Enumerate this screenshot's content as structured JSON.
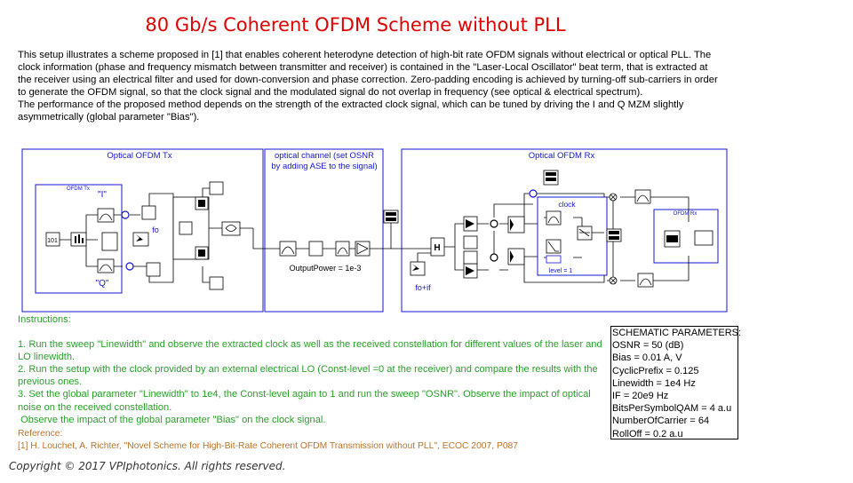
{
  "title": "80 Gb/s Coherent OFDM Scheme without PLL",
  "description": [
    "This setup illustrates a scheme proposed in [1] that enables coherent heterodyne detection of high-bit rate OFDM signals without electrical or optical PLL. The clock information (phase and frequency mismatch between transmitter and receiver) is contained in the  \"Laser-Local Oscillator\" beat term, that is extracted at the receiver using an electrical filter and used for down-conversion and phase correction. Zero-padding encoding is achieved by turning-off sub-carriers in order  to generate the OFDM signal, so that the clock signal and the modulated signal do not overlap in frequency (see optical & electrical spectrum).",
    "The performance of the proposed method depends on the strength of the extracted clock signal, which can be tuned by driving the I and Q MZM slightly asymmetrically (global parameter \"Bias\")."
  ],
  "schematic": {
    "tx_label": "Optical OFDM Tx",
    "tx_inner_label": "OFDM Tx",
    "i_label": "\"I\"",
    "q_label": "\"Q\"",
    "fo_label": "fo",
    "channel_label": "optical channel (set OSNR by adding ASE to the signal)",
    "output_power": "OutputPower = 1e-3",
    "rx_label": "Optical OFDM Rx",
    "rx_inner_label": "OFDM Rx",
    "clock_label": "clock",
    "level_label": "level = 1",
    "foif_label": "fo+if",
    "h_label": "H",
    "src_label": "101"
  },
  "instructions": {
    "heading": "Instructions:",
    "items": [
      "1.  Run the sweep \"Linewidth\" and observe the extracted clock as well as the received constellation for different values of the laser and LO linewidth.",
      "2.  Run the setup with the clock provided by an external electrical LO (Const-level =0 at the receiver) and compare the results with the previous ones.",
      "3.  Set the global parameter \"Linewidth\" to 1e4, the Const-level again to 1 and run the sweep \"OSNR\". Observe the impact of optical noise on the received constellation.",
      " Observe the impact of the global parameter \"Bias\" on the clock signal."
    ]
  },
  "reference": {
    "heading": "Reference:",
    "text": "[1] H. Louchet, A. Richter, \"Novel Scheme for High-Bit-Rate Coherent OFDM Transmission without PLL\", ECOC 2007, P087"
  },
  "parameters": {
    "heading": "SCHEMATIC PARAMETERS:",
    "items": [
      "OSNR = 50 (dB)",
      "Bias = 0.01 A, V",
      "CyclicPrefix = 0.125",
      "Linewidth = 1e4 Hz",
      "IF = 20e9 Hz",
      "BitsPerSymbolQAM = 4 a.u",
      "NumberOfCarrier = 64",
      "RollOff = 0.2 a.u"
    ]
  },
  "copyright": "Copyright © 2017 VPIphotonics. All rights reserved.",
  "colors": {
    "title": "#e00000",
    "schematic_border": "#1515d0",
    "instructions": "#2aa02a",
    "reference": "#b8742c",
    "wire": "#000000",
    "phase_node": "#1515d0"
  }
}
